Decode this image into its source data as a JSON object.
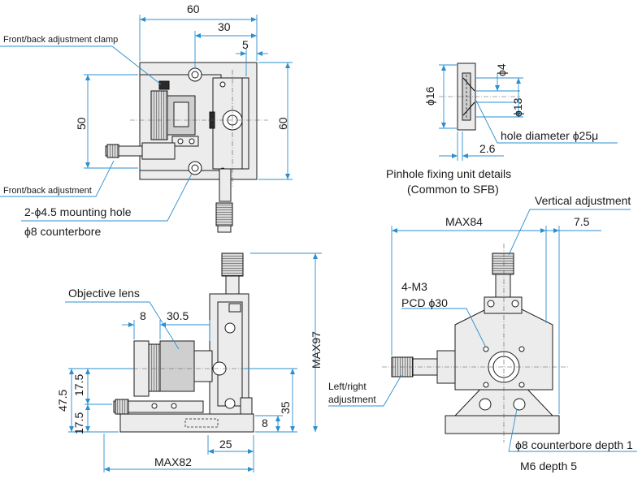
{
  "top_view": {
    "dims": {
      "width_60": "60",
      "width_30": "30",
      "offset_5": "5",
      "height_50": "50",
      "height_60": "60"
    },
    "labels": {
      "clamp": "Front/back adjustment clamp",
      "adjustment": "Front/back adjustment",
      "mounting_hole": "2-ϕ4.5 mounting hole",
      "counterbore": "ϕ8 counterbore"
    }
  },
  "pinhole_detail": {
    "dims": {
      "d16": "ϕ16",
      "d4": "ϕ4",
      "d13": "ϕ13",
      "t26": "2.6"
    },
    "hole_diameter": "hole diameter ϕ25μ",
    "title": "Pinhole fixing unit details",
    "subtitle": "(Common to SFB)"
  },
  "side_view": {
    "dims": {
      "d8": "8",
      "d30_5": "30.5",
      "d47_5": "47.5",
      "d17_5_top": "17.5",
      "d17_5_bot": "17.5",
      "d35": "35",
      "d8_base": "8",
      "d25": "25",
      "max82": "MAX82",
      "max97": "MAX97"
    },
    "labels": {
      "objective": "Objective lens"
    }
  },
  "front_view": {
    "dims": {
      "max84": "MAX84",
      "d7_5": "7.5"
    },
    "labels": {
      "vertical": "Vertical adjustment",
      "m3": "4-M3",
      "pcd": "PCD ϕ30",
      "lr_line1": "Left/right",
      "lr_line2": "adjustment",
      "counterbore_depth": "ϕ8 counterbore depth 1",
      "m6": "M6 depth 5"
    }
  }
}
